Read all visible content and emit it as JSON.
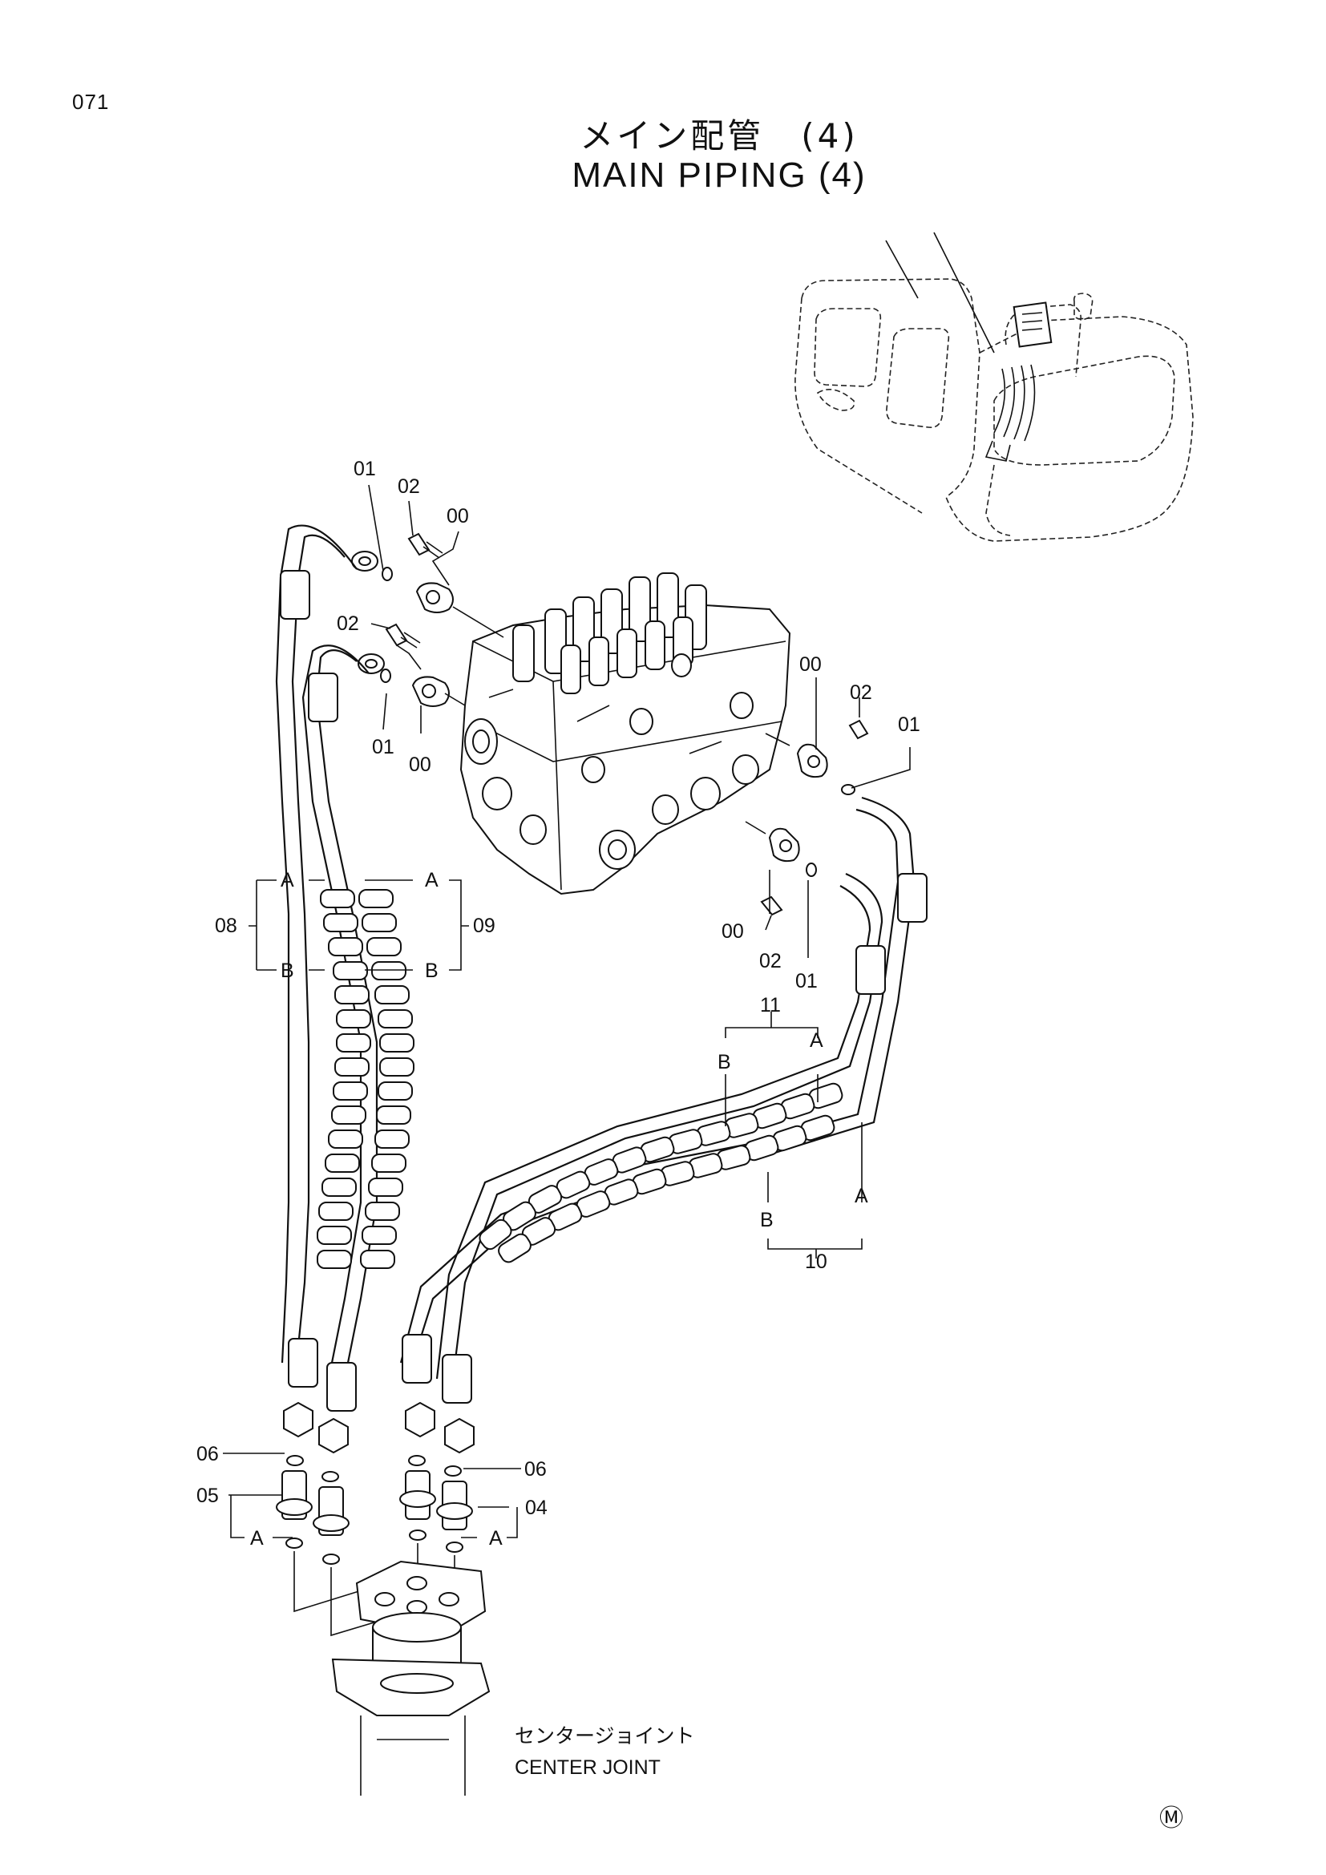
{
  "page": {
    "number": "071"
  },
  "title": {
    "japanese": "メイン配管　(4)",
    "english": "MAIN PIPING (4)"
  },
  "part_labels": {
    "p00": "00",
    "p01": "01",
    "p02": "02",
    "p04": "04",
    "p05": "05",
    "p06": "06",
    "p08": "08",
    "p09": "09",
    "p10": "10",
    "p11": "11"
  },
  "end_labels": {
    "a": "A",
    "b": "B"
  },
  "center_joint": {
    "japanese": "センタージョイント",
    "english": "CENTER JOINT"
  },
  "mark": "Ⓜ"
}
